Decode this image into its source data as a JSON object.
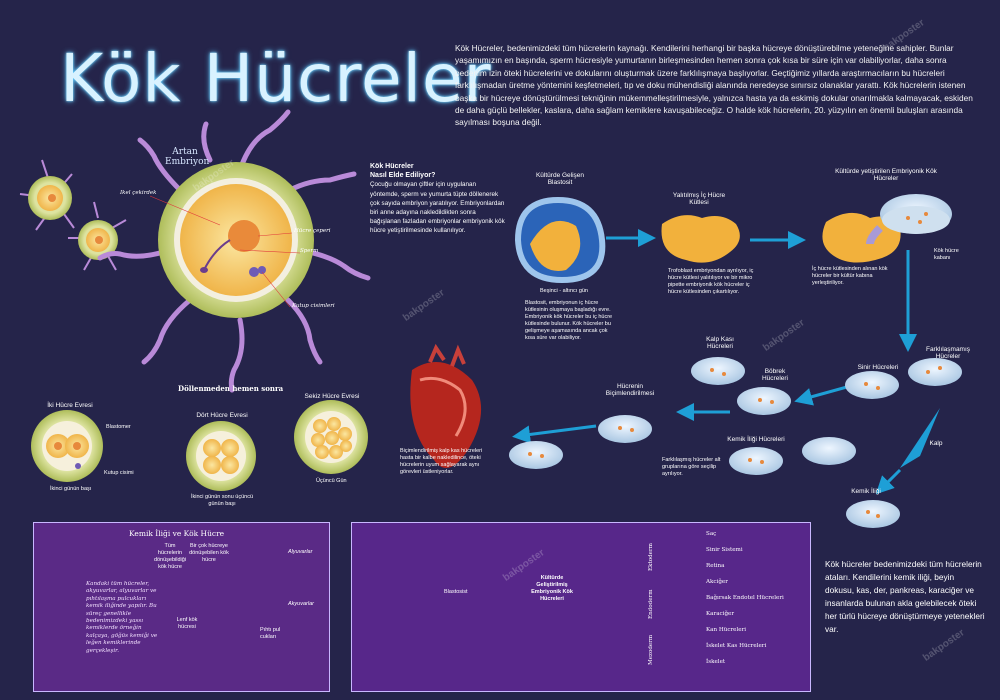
{
  "title": "Kök Hücreler",
  "intro": "Kök Hücreler, bedenimizdeki tüm hücrelerin kaynağı. Kendilerini herhangi bir başka hücreye dönüştürebilme yeteneğine sahipler. Bunlar yaşamımızın en başında, sperm hücresiyle yumurtanın birleşmesinden hemen sonra çok kısa bir süre için var olabiliyorlar, daha sonra bedenim izin öteki hücrelerini ve dokularını oluşturmak üzere farklılışmaya başlıyorlar. Geçtiğimiz yıllarda araştırmacıların bu hücreleri farklılışmadan üretme yöntemini keşfetmeleri, tıp ve doku mühendisliği alanında neredeyse sınırsız olanaklar yarattı. Kök hücrelerin istenen başka bir hücreye dönüştürülmesi tekniğinin mükemmelleştirilmesiyle, yalnızca hasta ya da eskimiş dokular onarılmakla kalmayacak, eskiden de daha güçlü bellekler, kaslara, daha sağlam kemiklere kavuşabileceğiz. O halde kök hücrelerin, 20. yüzyılın en önemli buluşları arasında sayılması boşuna değil.",
  "egg": {
    "title1": "Artan",
    "title2": "Embriyon",
    "nucleus": "Ikel çekirdek",
    "zona": "Hücre çeperi",
    "sperm": "Sperm",
    "polar": "Kutup cisimleri",
    "caption": "Döllenmeden hemen sonra"
  },
  "question": {
    "heading1": "Kök Hücreler",
    "heading2": "Nasıl Elde Ediliyor?",
    "body": "Çocuğu olmayan çiftler için uygulanan yöntemde, sperm ve yumurta tüpte döllenerek çok sayıda embriyon yaratılıyor. Embriyonlardan biri anne adayına nakledildikten sonra bağışlanan fazladan embriyonlar embriyonik kök hücre yetiştirilmesinde kullanılıyor."
  },
  "stages": {
    "two": "İki Hücre Evresi",
    "blast": "Blastomer",
    "polar": "Kutup cisimi",
    "two_caption": "İkinci günün başı",
    "four": "Dört Hücre Evresi",
    "four_caption": "İkinci günün sonu üçüncü günün başı",
    "eight": "Sekiz Hücre Evresi",
    "eight_caption": "Üçüncü Gün"
  },
  "heart": "Biçimlendirilmiş kalp kas hücreleri hasta bir kalbe nakledilince, öteki hücrelerin uyum sağlayarak aynı görevleri üstleniyorlar.",
  "flow": {
    "blastocyst": "Kültürde Gelişen Blastosit",
    "blasto_cap1": "Beşinci - altıncı gün",
    "blasto_cap2": "Blastosit, embriyonun iç hücre kütlesinin oluşmaya başladığı evre. Embriyonik kök hücreler bu iç hücre kütlesinde bulunur. Kök hücreler bu gelişmeye aşamasında ancak çok kısa süre var olabiliyor.",
    "icm": "Yalıtılmış İç Hücre Kütlesi",
    "icm_cap": "Trofoblast embriyondan ayrılıyor, iç hücre kütlesi yalıtılıyor ve bir mikro pipette embriyonik kök hücreler iç hücre kütlesinden çıkartılıyor.",
    "cultured": "Kültürde yetiştirilen Embriyonik Kök Hücreler",
    "cultured_cap": "İç hücre kütlesinden alınan kök hücreler bir kültür kabına yerleştiriliyor.",
    "dish_label": "Kök hücre kabanı",
    "undiff": "Farklılaşmamış Hücreler",
    "nerve": "Sinir Hücreleri",
    "kidney": "Böbrek Hücreleri",
    "heart_c": "Kalp Kası Hücreleri",
    "shaping": "Hücrenin Biçimlendirilmesi",
    "bone": "Kemik İliği Hücreleri",
    "heart": "Kalp",
    "marrow": "Kemik İliği",
    "diff_cap": "Farklılaşmış hücreler alt gruplarına göre seçilip ayrılıyor."
  },
  "panel1": {
    "title": "Kemik İliği ve Kök Hücre",
    "text": "Kandaki tüm hücreler, akyuvarlar, alyuvarlar ve pıhtılaşma pulcukları kemik iliğinde yapılır. Bu süreç genellikle bedenimizdeki yassı kemiklerde örneğin kalçaya, göğüs kemiği ve leğen kemiklerinde gerçekleşir.",
    "n1": "Tüm hücrelerin dönüşebildiği kök hücre",
    "n2": "Bir çok hücreye dönüşebilen kök hücre",
    "n3": "Lenf kök hücresi",
    "a1": "Alyuvarlar",
    "a2": "Akyuvarlar",
    "a3": "Pıhtı pul cukları"
  },
  "panel2": {
    "blastocyst": "Blastosist",
    "cultured": "Kültürde Geliştirilmiş Embriyonik Kök Hücreleri",
    "ecto": "Ektoderm",
    "endo": "Endoderm",
    "meso": "Mezoderm",
    "g1": [
      "Saç",
      "Sinir Sistemi",
      "Retina"
    ],
    "g2": [
      "Akciğer",
      "Bağırsak Endotel Hücreleri",
      "Karaciğer"
    ],
    "g3": [
      "Kan Hücreleri",
      "İskelet Kas Hücreleri",
      "İskelet"
    ]
  },
  "right_text": "Kök hücreler bedenimizdeki tüm hücrelerin ataları. Kendilerini kemik iliği, beyin dokusu, kas, der, pankreas, karaciğer ve insanlarda bulunan akla gelebilecek öteki her türlü hücreye dönüştürmeye yetenekleri var.",
  "watermark": "bakposter",
  "colors": {
    "background": "#25244a",
    "title": "#d8f2ff",
    "arrow": "#1e9fd6",
    "panel": "#5a2a86",
    "cell": "#f4c13c",
    "halo": "#c4c97a"
  }
}
